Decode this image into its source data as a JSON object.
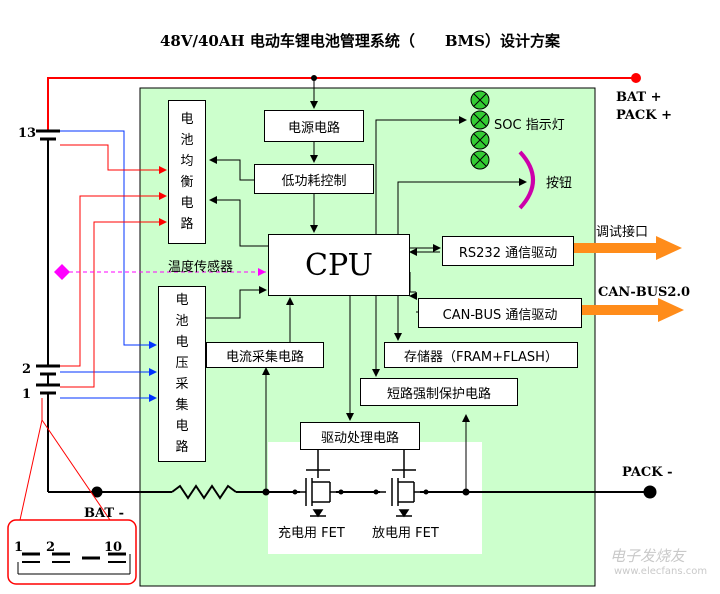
{
  "title": "48V/40AH 电动车锂电池管理系统（　　BMS）设计方案",
  "blocks": {
    "power": "电源电路",
    "lowpower": "低功耗控制",
    "cpu": "CPU",
    "rs232": "RS232 通信驱动",
    "canbus": "CAN-BUS 通信驱动",
    "current": "电流采集电路",
    "storage": "存储器（FRAM+FLASH）",
    "shortcircuit": "短路强制保护电路",
    "driver": "驱动处理电路",
    "balance": "电\n池\n均\n衡\n电\n路",
    "voltage": "电\n池\n电\n压\n采\n集\n电\n路"
  },
  "labels": {
    "bat_plus": "BAT +",
    "pack_plus": "PACK +",
    "soc": "SOC 指示灯",
    "button": "按钮",
    "debug": "调试接口",
    "canbus_out": "CAN-BUS2.0",
    "temp": "温度传感器",
    "pack_minus": "PACK -",
    "bat_minus": "BAT -",
    "charge_fet": "充电用 FET",
    "discharge_fet": "放电用 FET",
    "cell_13": "13",
    "cell_2": "2",
    "cell_1": "1",
    "inset_1": "1",
    "inset_2": "2",
    "inset_10": "10"
  },
  "watermark": {
    "cn": "电子发烧友",
    "en": "www.elecfans.com"
  },
  "colors": {
    "board": "#ccffcc",
    "red_line": "#ff0000",
    "blue_line": "#0033ff",
    "arrow_orange": "#ff8c1a",
    "soc_led": "#33cc33",
    "button_arc": "#cc00aa",
    "temp_marker": "#ff00ff"
  }
}
